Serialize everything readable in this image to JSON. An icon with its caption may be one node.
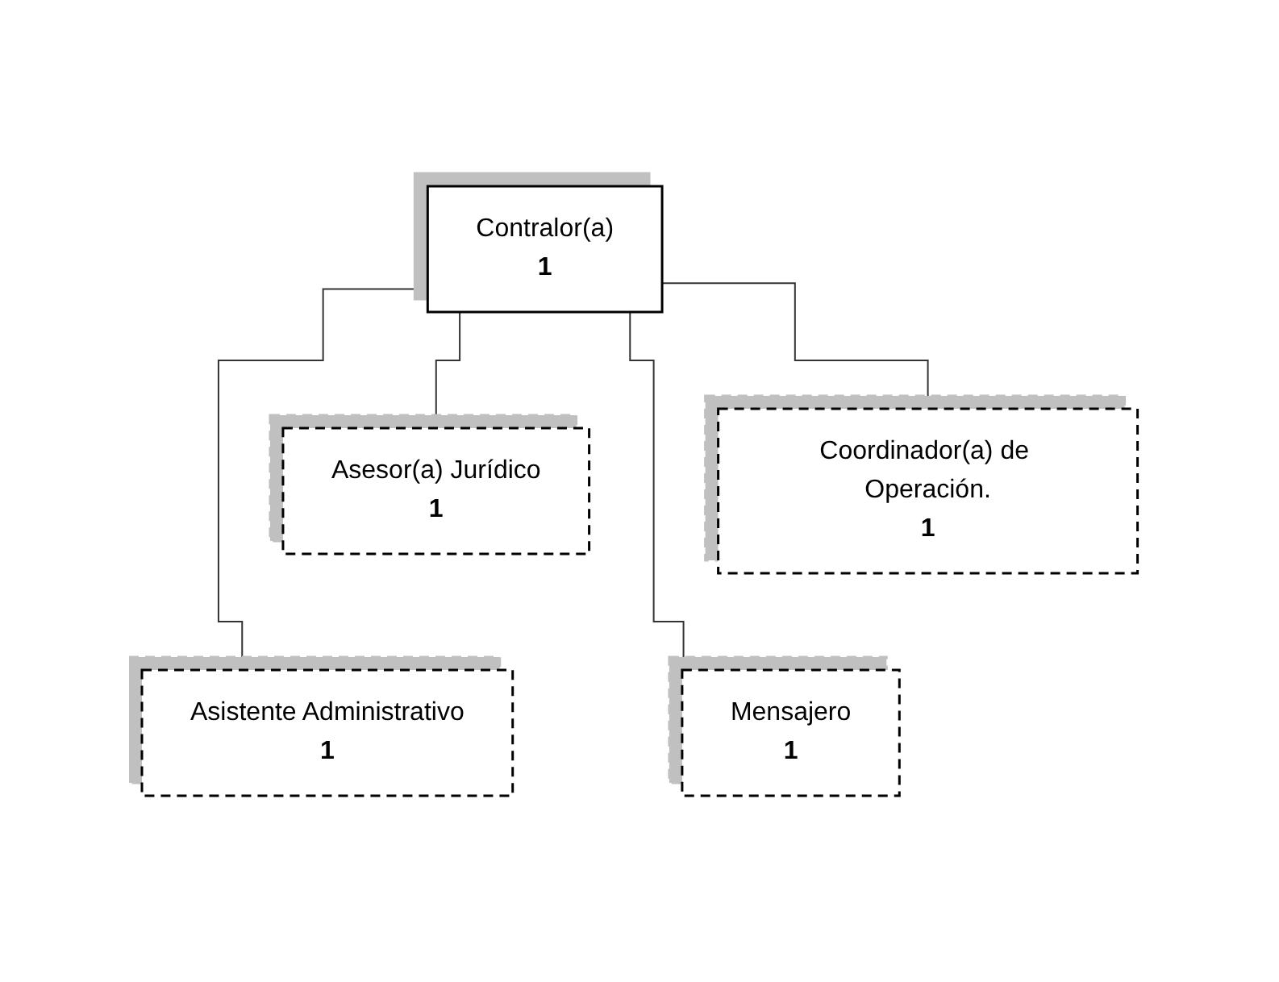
{
  "diagram": {
    "nodes": [
      {
        "text": [
          "Contralor(a)",
          "1"
        ]
      },
      {
        "text": [
          "Asesor(a) Jurídico",
          "1"
        ]
      },
      {
        "text": [
          "Coordinador(a) de Operación.",
          "1"
        ]
      },
      {
        "text": [
          "Asistente Administrativo",
          "1"
        ]
      },
      {
        "text": [
          "Mensajero",
          "1"
        ]
      }
    ],
    "edges": [
      {
        "from": 0,
        "to": 1,
        "arrow": "none"
      },
      {
        "from": 0,
        "to": 2,
        "arrow": "none"
      },
      {
        "from": 0,
        "to": 3,
        "arrow": "none"
      },
      {
        "from": 0,
        "to": 4,
        "arrow": "none"
      }
    ]
  }
}
